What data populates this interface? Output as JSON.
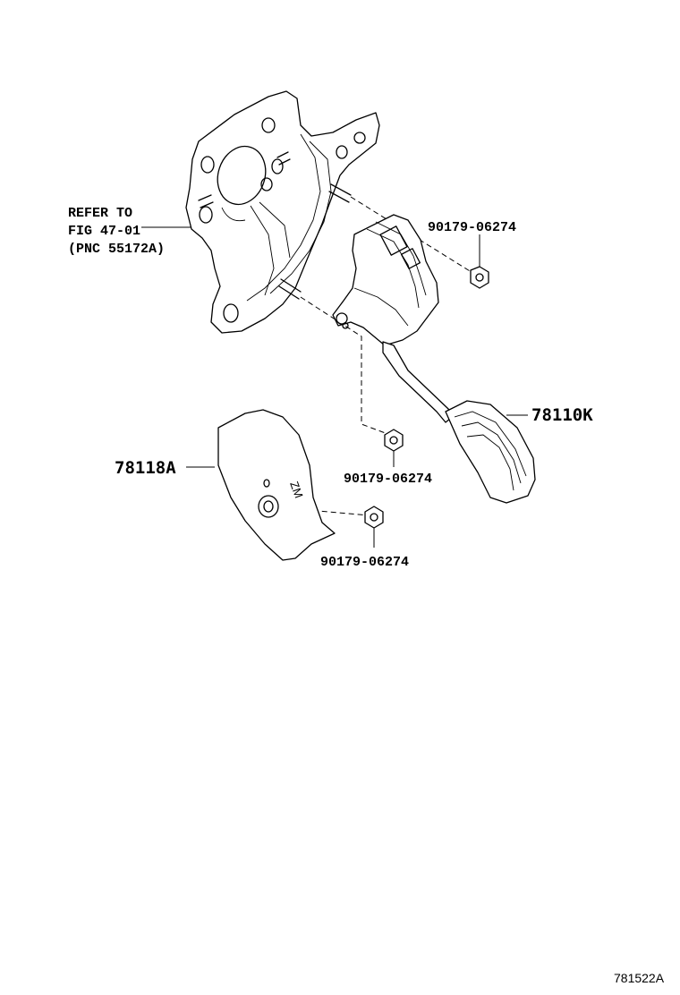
{
  "refer": {
    "line1": "REFER TO",
    "line2": "FIG 47-01",
    "line3": "(PNC 55172A)"
  },
  "parts": {
    "nut_top": "90179-06274",
    "pedal": "78110K",
    "nut_mid": "90179-06274",
    "cover": "78118A",
    "nut_bottom": "90179-06274"
  },
  "illustration_id": "781522A"
}
